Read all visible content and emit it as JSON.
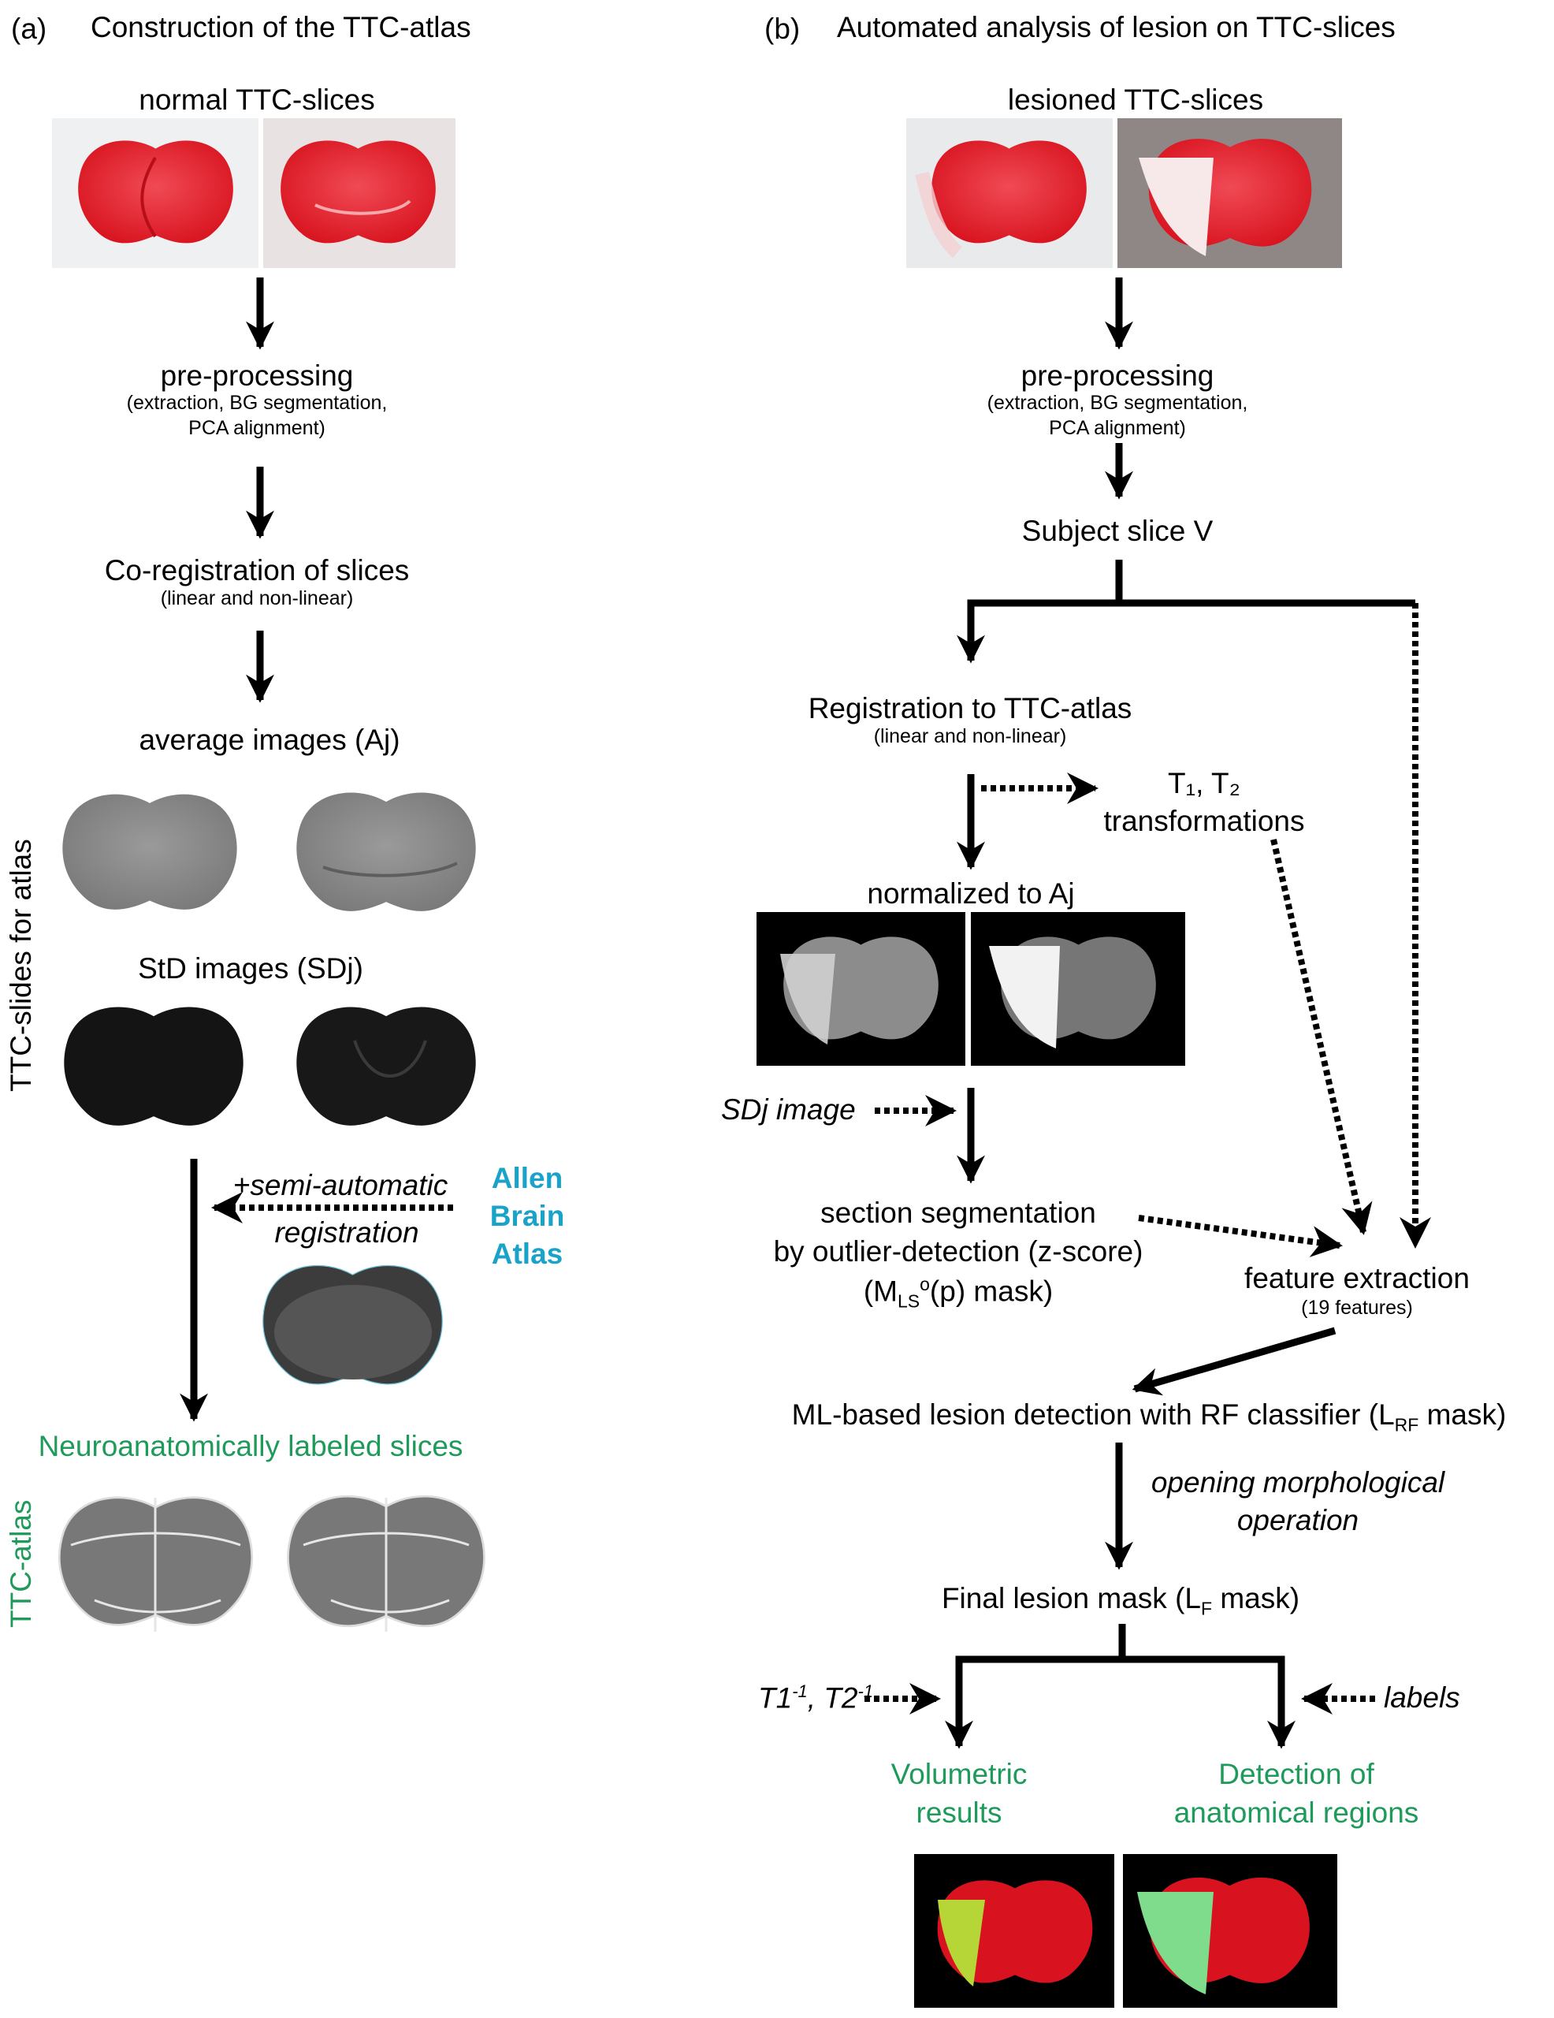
{
  "panel_a": {
    "letter": "(a)",
    "title": "Construction of the TTC-atlas",
    "normal_slices": "normal TTC-slices",
    "preprocessing": "pre-processing",
    "preprocessing_detail_1": "(extraction, BG segmentation,",
    "preprocessing_detail_2": "PCA alignment)",
    "coregistration": "Co-registration of slices",
    "coregistration_detail": "(linear and non-linear)",
    "average_images": "average images (Aj)",
    "std_images": "StD images (SDj)",
    "side_label": "TTC-slides for atlas",
    "semi_auto_1": "+semi-automatic",
    "semi_auto_2": "registration",
    "allen_1": "Allen",
    "allen_2": "Brain",
    "allen_3": "Atlas",
    "labeled_slices": "Neuroanatomically labeled slices",
    "atlas_label": "TTC-atlas"
  },
  "panel_b": {
    "letter": "(b)",
    "title": "Automated analysis of lesion on TTC-slices",
    "lesioned_slices": "lesioned TTC-slices",
    "preprocessing": "pre-processing",
    "preprocessing_detail_1": "(extraction, BG segmentation,",
    "preprocessing_detail_2": "PCA alignment)",
    "subject_slice": "Subject slice V",
    "registration": "Registration to TTC-atlas",
    "registration_detail": "(linear and non-linear)",
    "transformations_1": "T₁, T₂",
    "transformations_2": "transformations",
    "normalized": "normalized to Aj",
    "sdj_image": "SDj image",
    "segmentation_1": "section segmentation",
    "segmentation_2": "by outlier-detection (z-score)",
    "segmentation_3_pre": "(M",
    "segmentation_3_sub": "LS",
    "segmentation_3_sup": "o",
    "segmentation_3_post": "(p) mask)",
    "feature_extraction": "feature extraction",
    "features_detail": "(19 features)",
    "ml_detection_pre": "ML-based lesion detection with RF classifier (L",
    "ml_detection_sub": "RF",
    "ml_detection_post": " mask)",
    "opening_1": "opening morphological",
    "opening_2": "operation",
    "final_mask_pre": "Final lesion mask (L",
    "final_mask_sub": "F",
    "final_mask_post": " mask)",
    "inverse_t1": "T1",
    "inverse_t2": "T2",
    "inverse_sup": "-1",
    "labels": "labels",
    "volumetric_1": "Volumetric",
    "volumetric_2": "results",
    "detection_1": "Detection of",
    "detection_2": "anatomical regions"
  },
  "colors": {
    "green": "#1e9a5a",
    "blue": "#19a3c8",
    "ttc_red": "#e0202e"
  }
}
